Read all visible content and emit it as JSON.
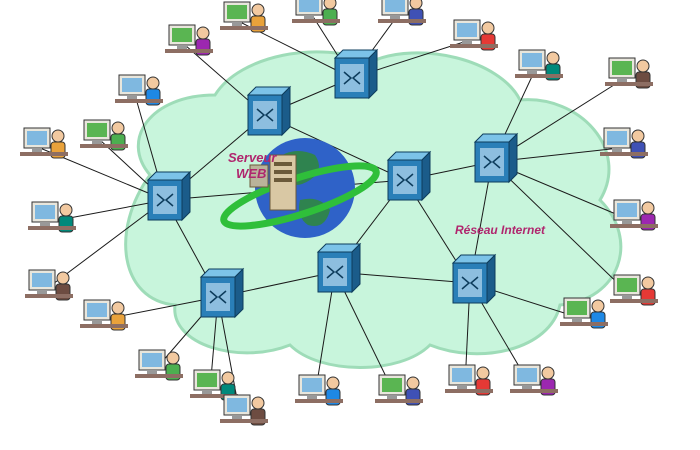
{
  "labels": {
    "server_line1": "Serveur",
    "server_line2": "WEB",
    "network": "Réseau Internet"
  },
  "colors": {
    "cloud_fill": "#c8f5dc",
    "cloud_stroke": "#9edcb8",
    "node_front": "#2a7fb8",
    "node_top": "#7cc3e8",
    "node_side": "#1b5c8a",
    "globe": "#2f62c8",
    "ring": "#2fbf3a",
    "link": "#1a1a1a",
    "label": "#b0266e"
  },
  "icons": [
    "man-with-bottle-at-computer",
    "green-screen-computer",
    "woman-at-monitor",
    "man-at-desktop",
    "penguin-with-laptop",
    "man-at-workstation",
    "man-at-computer-desk",
    "woman-at-desk",
    "man-with-fan-at-pc",
    "man-shouting-at-monitor",
    "person-typing-email",
    "woman-working-late",
    "building-at-night",
    "person-at-barrel-pc",
    "bearded-man-at-computer",
    "kids-at-computers",
    "person-sitting-at-pc",
    "laptop-user-outdoors",
    "crowd-globe",
    "pig-in-circle",
    "man-at-red-computer",
    "man-in-sunglasses-with-laptop",
    "man-with-pc-on-barrels",
    "person-seen-from-behind-at-pc"
  ]
}
